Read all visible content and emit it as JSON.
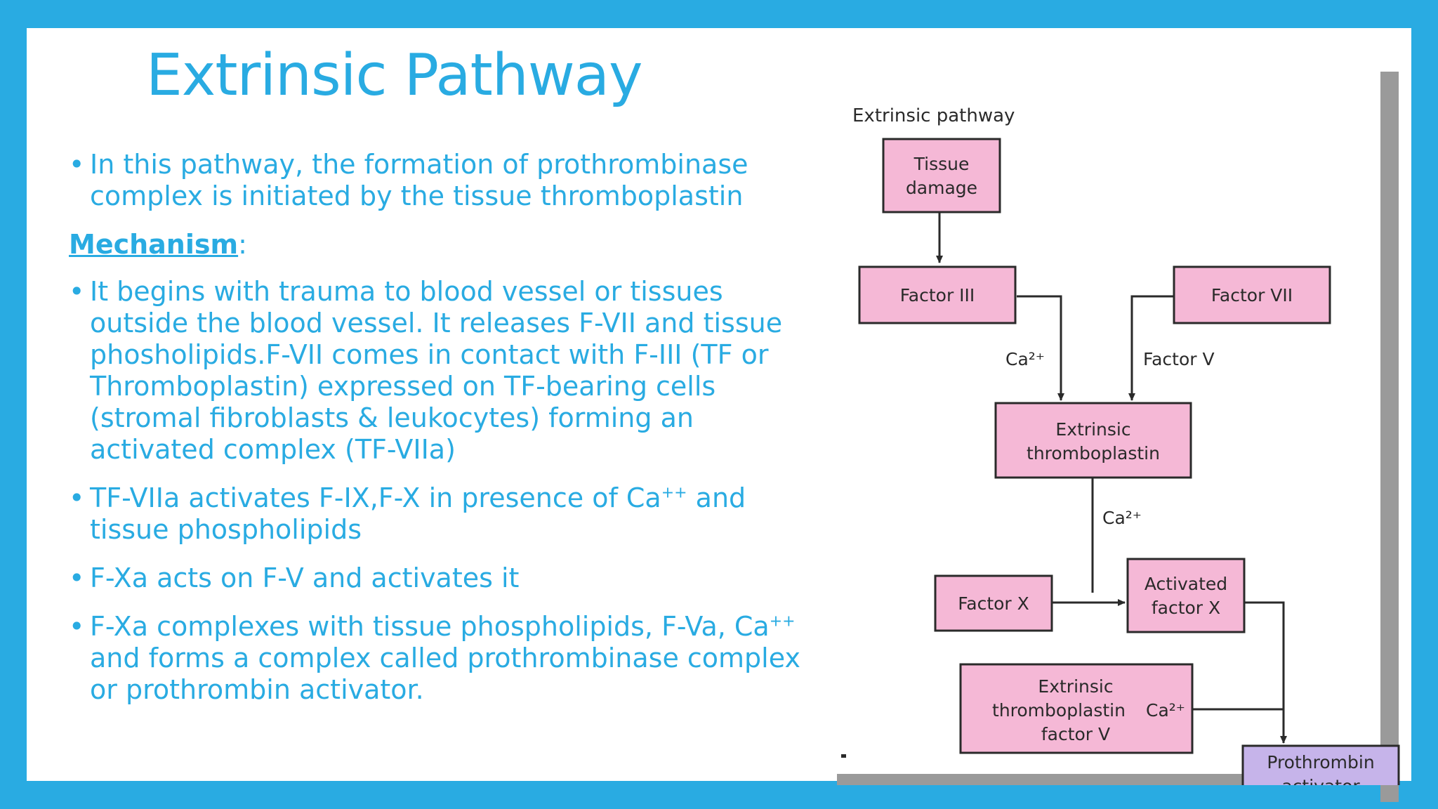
{
  "title": "Extrinsic Pathway",
  "bullets_top": [
    "In this pathway, the formation of prothrombinase complex is initiated by the tissue thromboplastin"
  ],
  "subheading": {
    "label": "Mechanism",
    "suffix": ":"
  },
  "bullets": [
    {
      "text": "It begins with trauma to blood vessel or tissues outside the blood vessel. It releases F-VII and tissue phosholipids.F-VII comes in contact with F-III (TF or Thromboplastin) expressed on TF-bearing cells (stromal fibroblasts & leukocytes) forming an activated complex (TF-VIIa)"
    },
    {
      "pre": "TF-VIIa activates  F-IX,F-X in presence of Ca",
      "sup": "++",
      "post": " and tissue phospholipids"
    },
    {
      "text": "F-Xa acts on F-V and activates it"
    },
    {
      "pre": "F-Xa complexes with tissue phospholipids, F-Va, Ca",
      "sup": "++",
      "post": " and forms a complex called prothrombinase complex or prothrombin activator."
    }
  ],
  "diagram": {
    "heading": "Extrinsic pathway",
    "nodes": {
      "tissue_damage": [
        "Tissue",
        "damage"
      ],
      "factor_iii": [
        "Factor III"
      ],
      "factor_vii": [
        "Factor VII"
      ],
      "extrinsic_thromboplastin": [
        "Extrinsic",
        "thromboplastin"
      ],
      "factor_x": [
        "Factor X"
      ],
      "activated_factor_x": [
        "Activated",
        "factor X"
      ],
      "complex": [
        "Extrinsic",
        "thromboplastin",
        "factor V"
      ],
      "complex_ca": "Ca²⁺",
      "prothrombin_activator": [
        "Prothrombin",
        "activator"
      ]
    },
    "edge_labels": {
      "ca_left": "Ca²⁺",
      "factor_v": "Factor V",
      "ca_mid": "Ca²⁺"
    },
    "colors": {
      "box": "#f5b8d6",
      "box_final": "#c6b4ea",
      "stroke": "#2a2a2a"
    }
  }
}
